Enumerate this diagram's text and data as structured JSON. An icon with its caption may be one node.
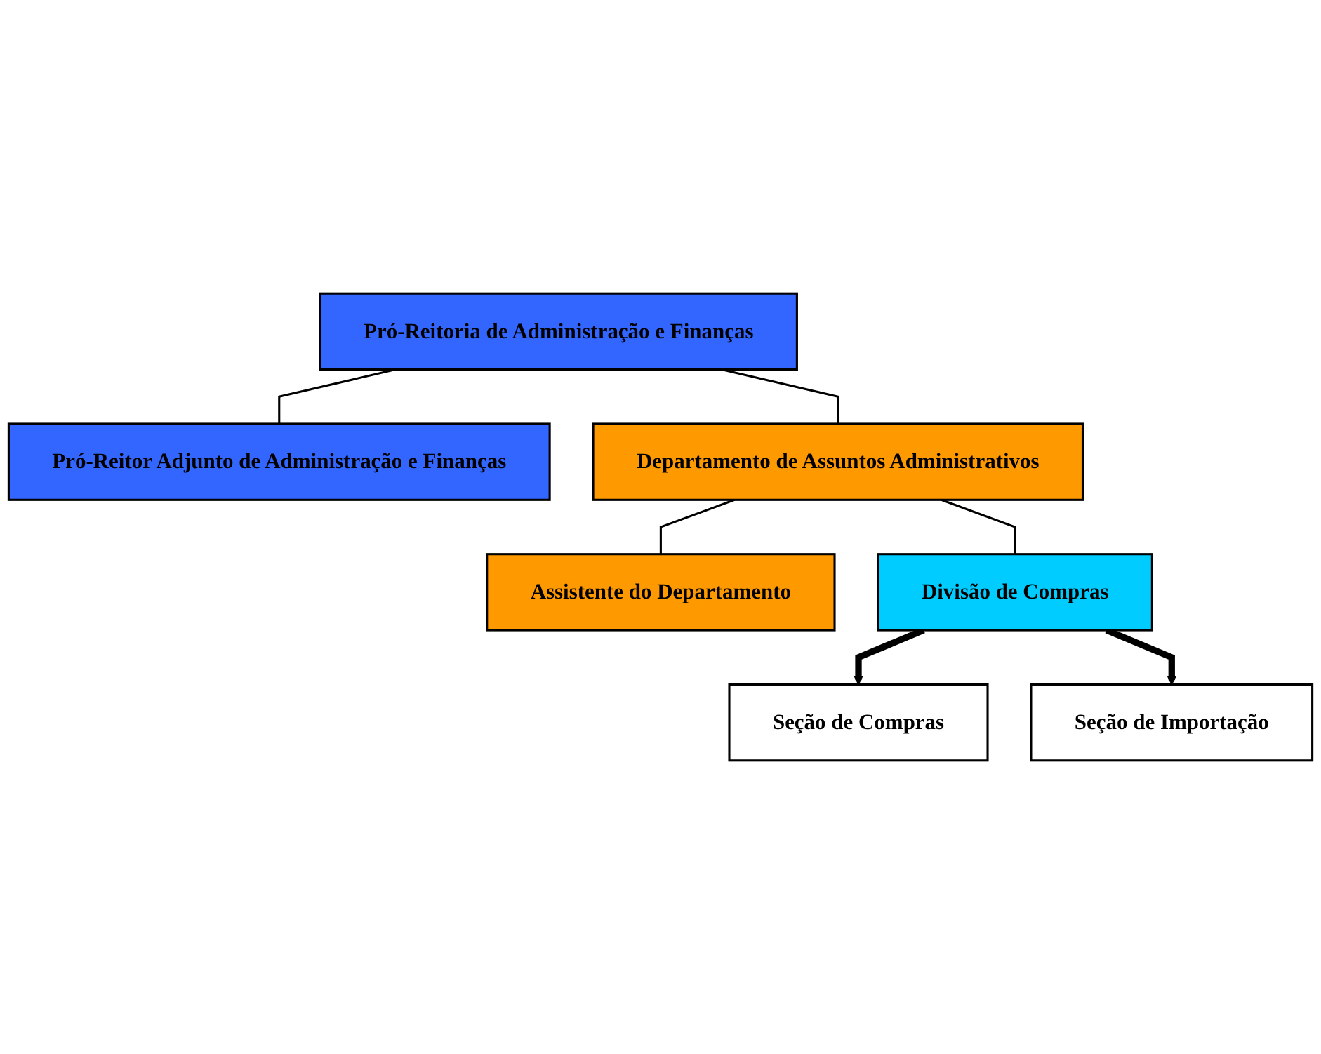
{
  "diagram": {
    "nodes": [
      {
        "text": [
          "Pró-Reitoria de Administração e Finanças"
        ]
      },
      {
        "text": [
          "Pró-Reitor Adjunto de Administração e Finanças"
        ]
      },
      {
        "text": [
          "Departamento de Assuntos Administrativos"
        ]
      },
      {
        "text": [
          "Assistente do Departamento"
        ]
      },
      {
        "text": [
          "Divisão de Compras"
        ]
      },
      {
        "text": [
          "Seção de Compras"
        ]
      },
      {
        "text": [
          "Seção de Importação"
        ]
      }
    ],
    "edges": [
      {
        "from": 0,
        "to": 1,
        "arrow": "none"
      },
      {
        "from": 0,
        "to": 2,
        "arrow": "none"
      },
      {
        "from": 2,
        "to": 3,
        "arrow": "none"
      },
      {
        "from": 2,
        "to": 4,
        "arrow": "none"
      },
      {
        "from": 4,
        "to": 5,
        "arrow": "to",
        "style": "thick"
      },
      {
        "from": 4,
        "to": 6,
        "arrow": "to",
        "style": "thick"
      }
    ]
  }
}
